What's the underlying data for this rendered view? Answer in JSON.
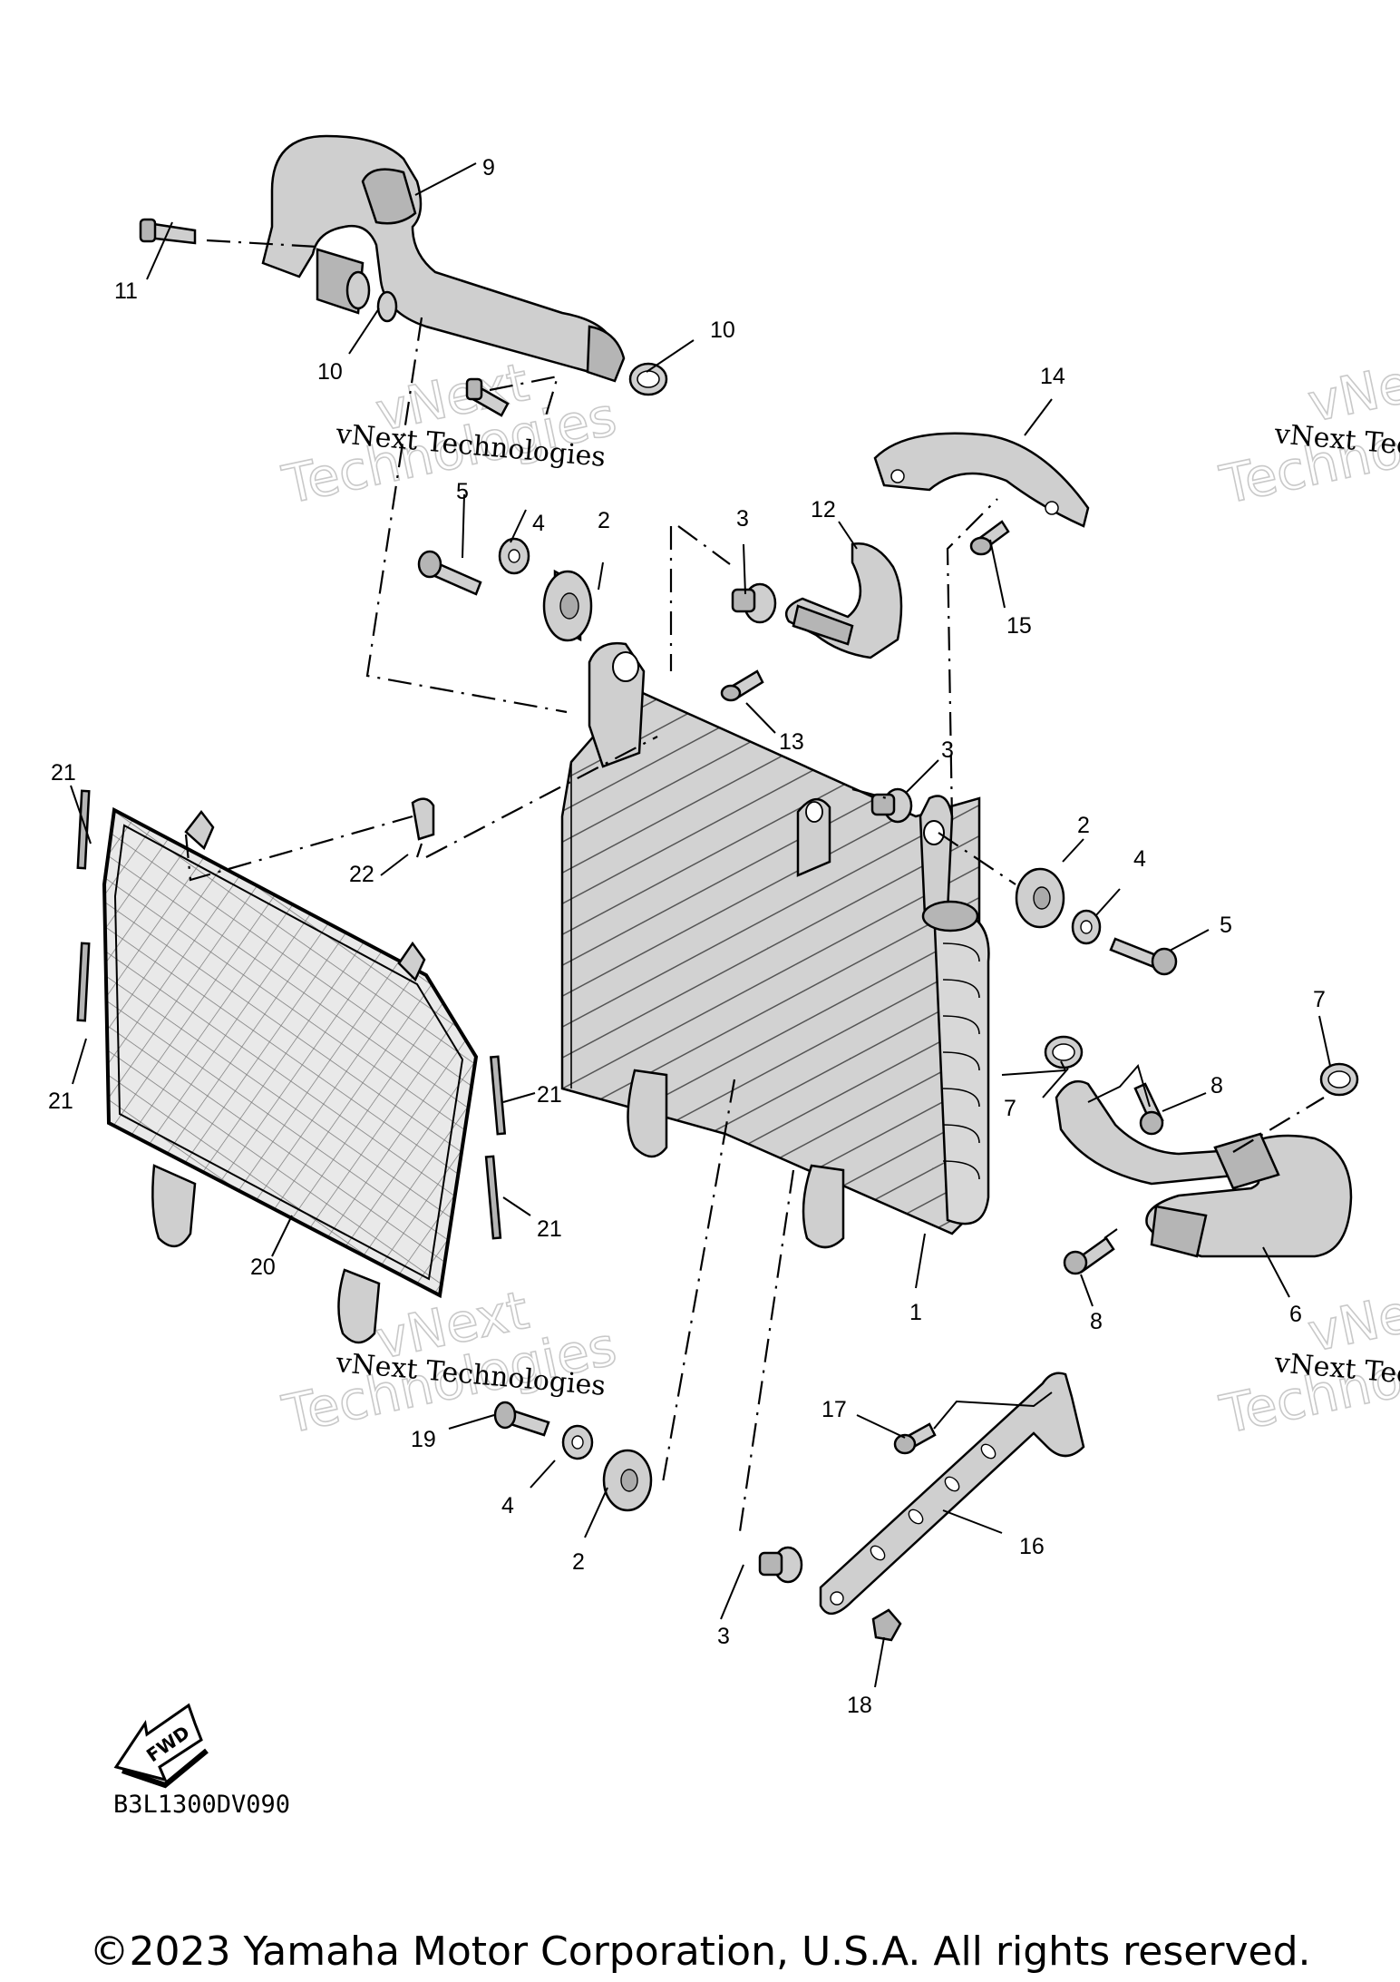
{
  "diagram_code": "B3L1300DV090",
  "fwd_label": "FWD",
  "watermark": {
    "line1": "vNext Technologies",
    "line2": "vNext",
    "line3": "Technologies"
  },
  "copyright": "©2023 Yamaha Motor Corporation, U.S.A. All rights reserved.",
  "callouts": [
    {
      "num": "1"
    },
    {
      "num": "2"
    },
    {
      "num": "2"
    },
    {
      "num": "2"
    },
    {
      "num": "3"
    },
    {
      "num": "3"
    },
    {
      "num": "3"
    },
    {
      "num": "4"
    },
    {
      "num": "4"
    },
    {
      "num": "4"
    },
    {
      "num": "5"
    },
    {
      "num": "5"
    },
    {
      "num": "6"
    },
    {
      "num": "7"
    },
    {
      "num": "7"
    },
    {
      "num": "8"
    },
    {
      "num": "8"
    },
    {
      "num": "9"
    },
    {
      "num": "10"
    },
    {
      "num": "10"
    },
    {
      "num": "11"
    },
    {
      "num": "12"
    },
    {
      "num": "13"
    },
    {
      "num": "14"
    },
    {
      "num": "15"
    },
    {
      "num": "16"
    },
    {
      "num": "17"
    },
    {
      "num": "18"
    },
    {
      "num": "19"
    },
    {
      "num": "20"
    },
    {
      "num": "21"
    },
    {
      "num": "21"
    },
    {
      "num": "21"
    },
    {
      "num": "21"
    },
    {
      "num": "22"
    }
  ]
}
